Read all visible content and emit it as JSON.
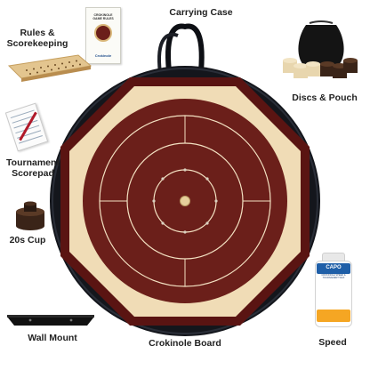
{
  "labels": {
    "rules": "Rules &",
    "scorekeeping": "Scorekeeping",
    "carrying_case": "Carrying Case",
    "discs_pouch": "Discs & Pouch",
    "tournament": "Tournament",
    "scorepad": "Scorepad",
    "cup": "20s Cup",
    "wall_mount": "Wall Mount",
    "board": "Crokinole Board",
    "speed": "Speed"
  },
  "book": {
    "title": "CROKINOLE GAME RULES",
    "brand": "Crokinole"
  },
  "bottle": {
    "brand": "CAPO",
    "text": "CROKINOLE SPEED & TOURNAMENT WAX"
  },
  "colors": {
    "board_wood": "#6b1f1a",
    "board_frame": "#5a1412",
    "maple_ring": "#f0dcb6",
    "case_fabric": "#14161c",
    "disc_light": "#e8d6ae",
    "disc_dark": "#3a2418"
  }
}
